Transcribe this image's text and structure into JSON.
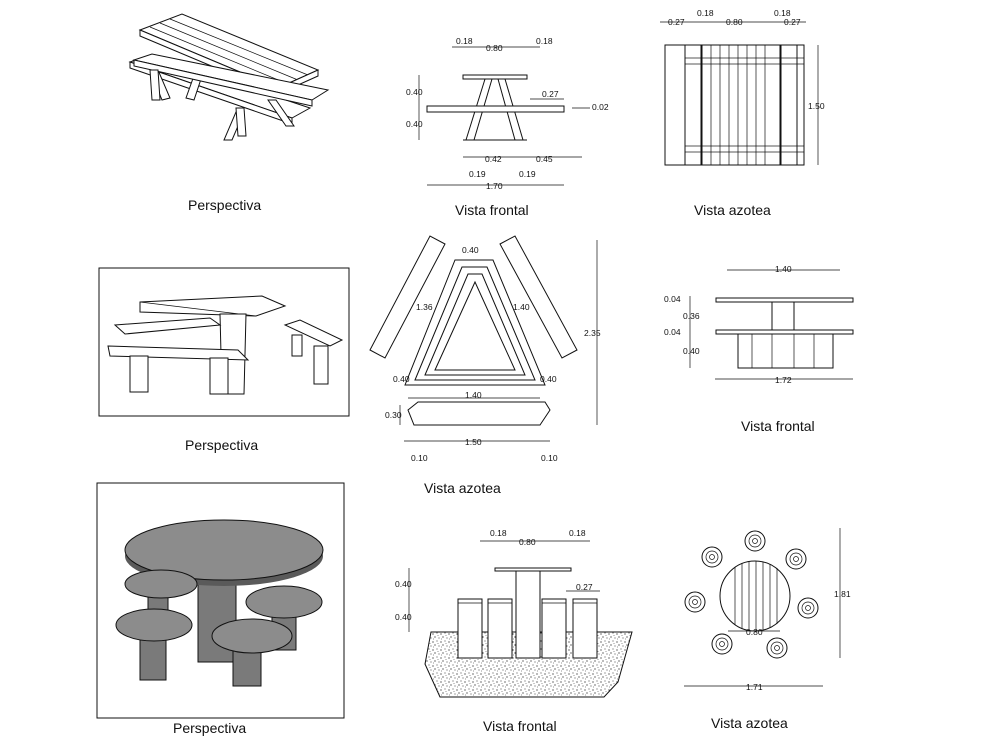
{
  "colors": {
    "line": "#111111",
    "solid_fill": "#8c8c8c",
    "solid_light": "#a8a8a8",
    "solid_dark": "#5a5a5a",
    "paper": "#ffffff"
  },
  "captions": {
    "r1_perspective": "Perspectiva",
    "r1_front": "Vista frontal",
    "r1_top": "Vista  azotea",
    "r2_perspective": "Perspectiva",
    "r2_top": "Vista  azotea",
    "r2_front": "Vista frontal",
    "r3_perspective": "Perspectiva",
    "r3_front": "Vista frontal",
    "r3_top": "Vista azotea"
  },
  "dims": {
    "r1_front": {
      "d018a": "0.18",
      "d080": "0.80",
      "d018b": "0.18",
      "d040a": "0.40",
      "d040b": "0.40",
      "d027": "0.27",
      "d002": "0.02",
      "d042": "0.42",
      "d045": "0.45",
      "d019a": "0.19",
      "d019b": "0.19",
      "d170": "1.70"
    },
    "r1_top": {
      "d027a": "0.27",
      "d018a": "0.18",
      "d080": "0.80",
      "d018b": "0.18",
      "d027b": "0.27",
      "d150": "1.50"
    },
    "r2_top": {
      "d040t": "0.40",
      "d136": "1.36",
      "d140r": "1.40",
      "d235": "2.35",
      "d040l": "0.40",
      "d040r": "0.40",
      "d140b": "1.40",
      "d030": "0.30",
      "d150": "1.50",
      "d010a": "0.10",
      "d010b": "0.10"
    },
    "r2_front": {
      "d140": "1.40",
      "d004a": "0.04",
      "d036": "0.36",
      "d004b": "0.04",
      "d040": "0.40",
      "d172": "1.72"
    },
    "r3_front": {
      "d018a": "0.18",
      "d080": "0.80",
      "d018b": "0.18",
      "d040a": "0.40",
      "d040b": "0.40",
      "d027": "0.27"
    },
    "r3_top": {
      "d080": "0.80",
      "d181": "1.81",
      "d171": "1.71"
    }
  }
}
